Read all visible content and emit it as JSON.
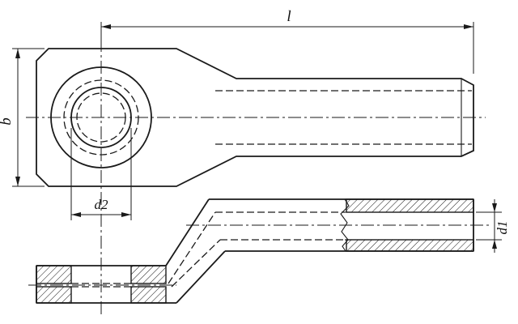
{
  "drawing": {
    "kind": "cable-lug-technical-drawing",
    "dimension_labels": {
      "overall_length": "l",
      "palm_width": "b",
      "hole_diameter": "d2",
      "bore_diameter": "d1"
    },
    "colors": {
      "line": "#1a1a1a",
      "background": "#ffffff"
    }
  }
}
